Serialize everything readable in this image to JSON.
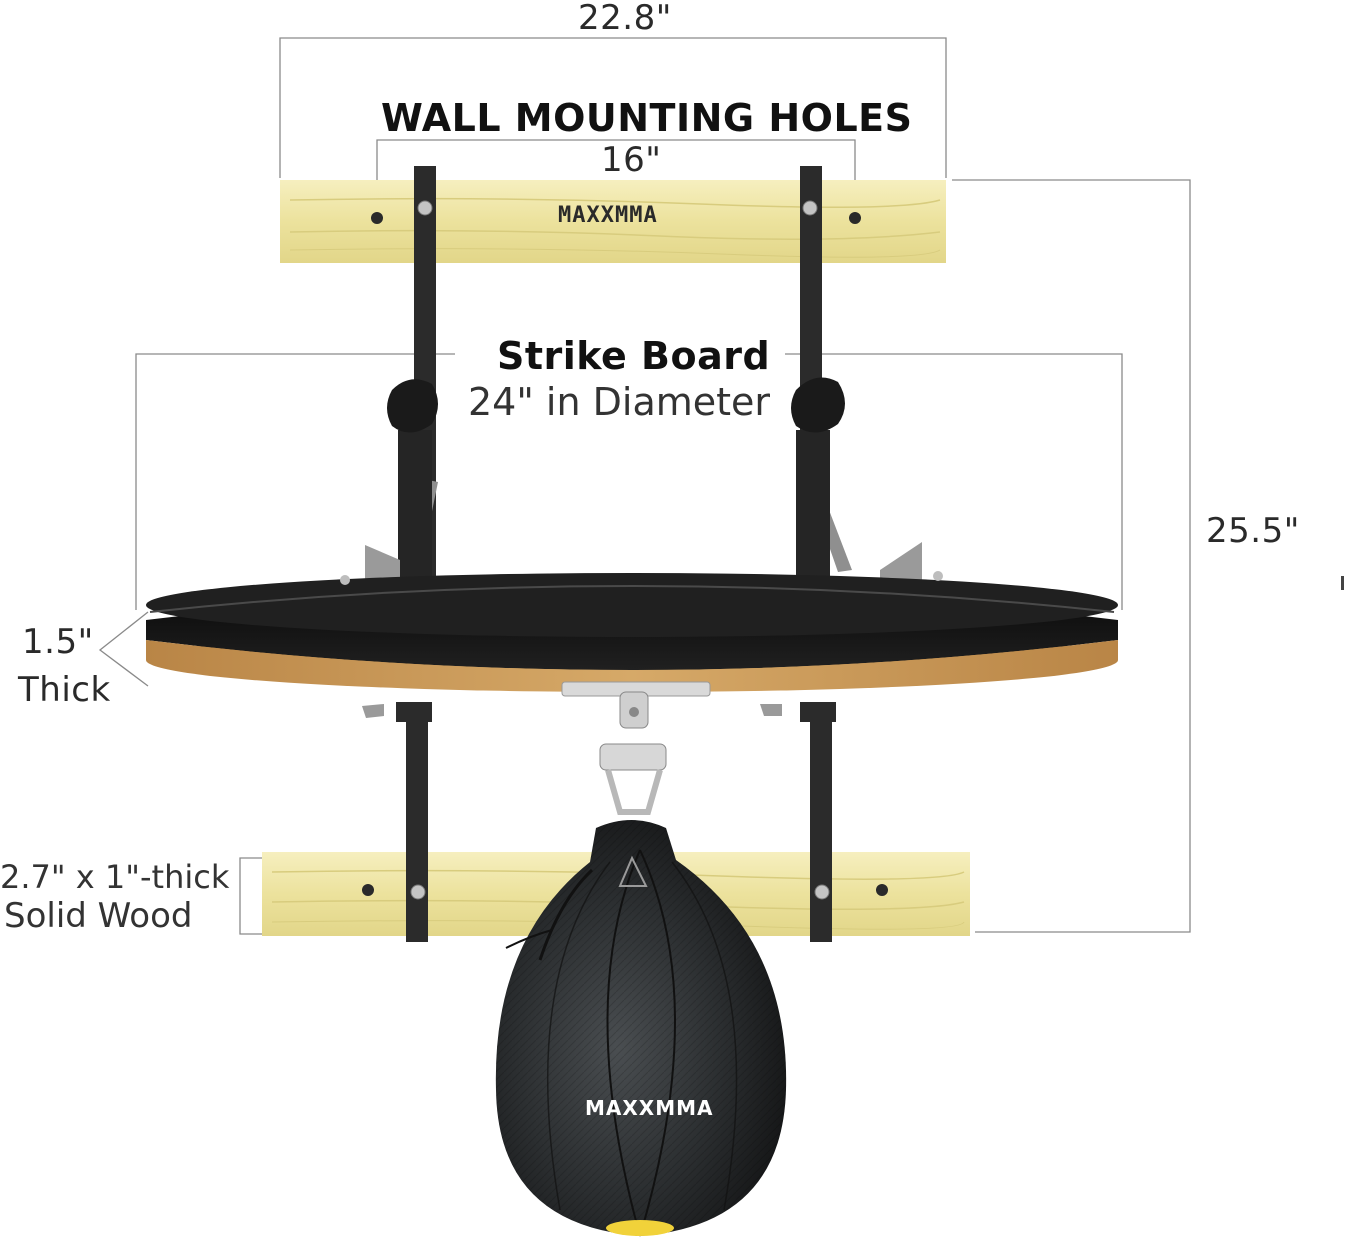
{
  "dimensions": {
    "mount_width": "22.8\"",
    "hole_spacing": "16\"",
    "overall_height": "25.5\"",
    "board_thickness_value": "1.5\"",
    "board_thickness_word": "Thick",
    "wood_size": "2.7\" x 1\"-thick",
    "wood_material": "Solid Wood"
  },
  "callouts": {
    "mounting_holes": "WALL MOUNTING HOLES",
    "strike_board_title": "Strike Board",
    "strike_board_size": "24\" in Diameter"
  },
  "brand": {
    "logo_text": "MAXXMMA",
    "logo_accent": "#d0392b"
  },
  "colors": {
    "wood_light": "#efe6a6",
    "wood_grain": "#d8cc7e",
    "board_rim": "#1c1c1c",
    "board_underside": "#c99a5a",
    "bracket": "#2b2b2b",
    "bag_body": "#2c2f31",
    "bag_accent": "#f1d23a",
    "line": "#8a8a8a"
  }
}
